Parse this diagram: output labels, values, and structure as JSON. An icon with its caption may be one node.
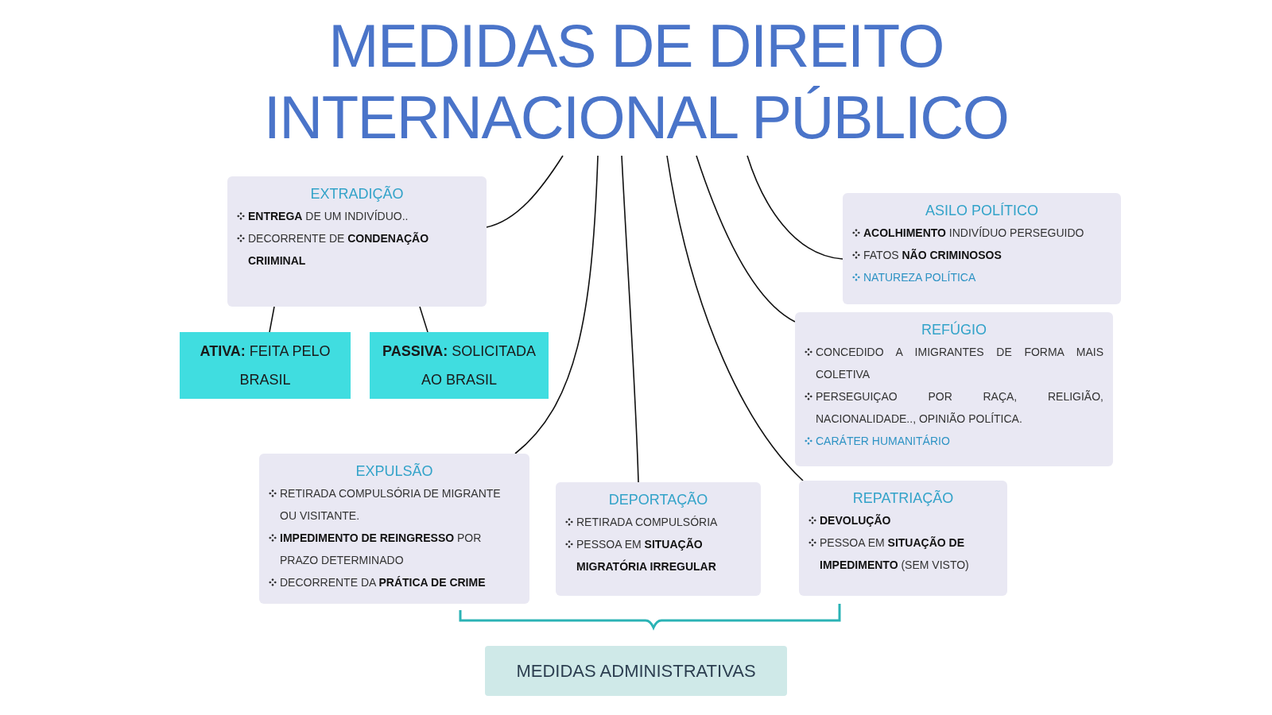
{
  "diagram": {
    "nodes": [
      {
        "text": [
          "MEDIDAS DE DIREITO INTERNACIONAL PÚBLICO"
        ]
      },
      {
        "text": [
          "EXTRADIÇÃO",
          "**ENTREGA** DE UM INDIVÍDUO..",
          "DECORRENTE DE **CONDENAÇÃO CRIIMINAL**"
        ]
      },
      {
        "text": [
          "**ATIVA:** FEITA PELO BRASIL"
        ]
      },
      {
        "text": [
          "**PASSIVA:** SOLICITADA AO BRASIL"
        ]
      },
      {
        "text": [
          "ASILO POLÍTICO",
          "**ACOLHIMENTO** INDIVÍDUO PERSEGUIDO",
          "FATOS **NÃO CRIMINOSOS**",
          "NATUREZA POLÍTICA"
        ]
      },
      {
        "text": [
          "REFÚGIO",
          "CONCEDIDO A IMIGRANTES DE FORMA MAIS COLETIVA",
          "PERSEGUIÇAO POR RAÇA, RELIGIÃO, NACIONALIDADE.., OPINIÃO POLÍTICA.",
          "CARÁTER HUMANITÁRIO"
        ]
      },
      {
        "text": [
          "EXPULSÃO",
          "RETIRADA COMPULSÓRIA DE MIGRANTE OU VISITANTE.",
          "**IMPEDIMENTO DE REINGRESSO** POR PRAZO DETERMINADO",
          "DECORRENTE DA **PRÁTICA DE CRIME**"
        ]
      },
      {
        "text": [
          "DEPORTAÇÃO",
          "RETIRADA COMPULSÓRIA",
          "PESSOA EM **SITUAÇÃO MIGRATÓRIA IRREGULAR**"
        ]
      },
      {
        "text": [
          "REPATRIAÇÃO",
          "**DEVOLUÇÃO**",
          "PESSOA EM **SITUAÇÃO DE IMPEDIMENTO** (SEM VISTO)"
        ]
      },
      {
        "text": [
          "MEDIDAS ADMINISTRATIVAS"
        ]
      }
    ],
    "edges": [
      {
        "from": 0,
        "to": 1,
        "arrow": "none"
      },
      {
        "from": 1,
        "to": 2,
        "arrow": "none"
      },
      {
        "from": 1,
        "to": 3,
        "arrow": "none"
      },
      {
        "from": 0,
        "to": 6,
        "arrow": "none"
      },
      {
        "from": 0,
        "to": 7,
        "arrow": "none"
      },
      {
        "from": 0,
        "to": 8,
        "arrow": "none"
      },
      {
        "from": 0,
        "to": 5,
        "arrow": "none"
      },
      {
        "from": 0,
        "to": 4,
        "arrow": "none"
      }
    ]
  }
}
